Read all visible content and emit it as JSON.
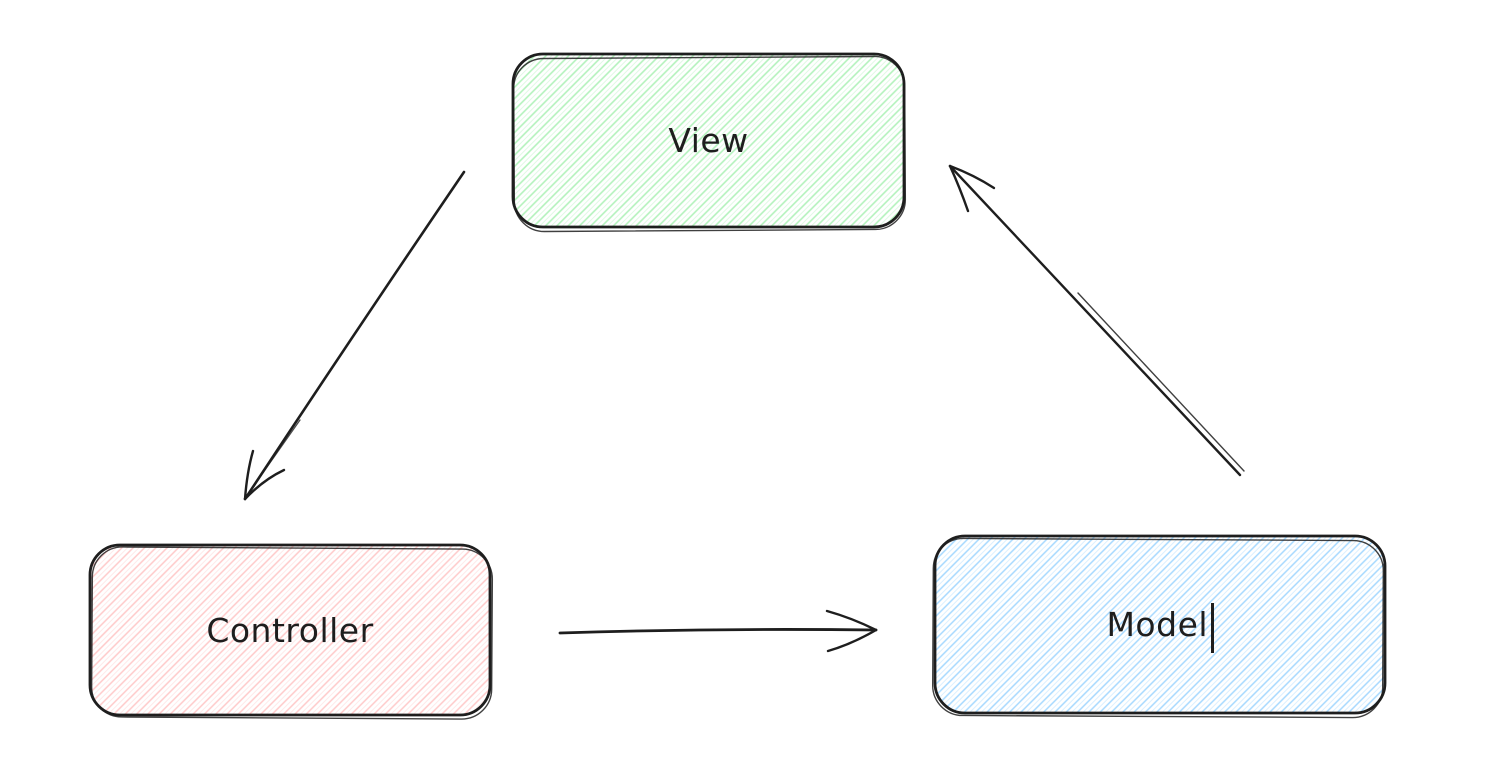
{
  "canvas": {
    "background": "#ffffff",
    "stroke_color": "#1e1e1e",
    "style": "hand-drawn-whiteboard"
  },
  "diagram": {
    "type": "flowchart",
    "subject": "MVC-pattern",
    "nodes": [
      {
        "id": "view",
        "label": "View",
        "fill_color": "#b2f2bb",
        "fill_style": "hachure",
        "shape": "rounded-rectangle"
      },
      {
        "id": "controller",
        "label": "Controller",
        "fill_color": "#ffc9c9",
        "fill_style": "hachure",
        "shape": "rounded-rectangle"
      },
      {
        "id": "model",
        "label": "Model",
        "fill_color": "#a5d8ff",
        "fill_style": "hachure",
        "shape": "rounded-rectangle"
      }
    ],
    "edges": [
      {
        "from": "view",
        "to": "controller",
        "arrowhead": "end"
      },
      {
        "from": "controller",
        "to": "model",
        "arrowhead": "end"
      },
      {
        "from": "model",
        "to": "view",
        "arrowhead": "end"
      }
    ],
    "text_cursor": {
      "shown": true,
      "attached_to_label": "Model"
    }
  }
}
